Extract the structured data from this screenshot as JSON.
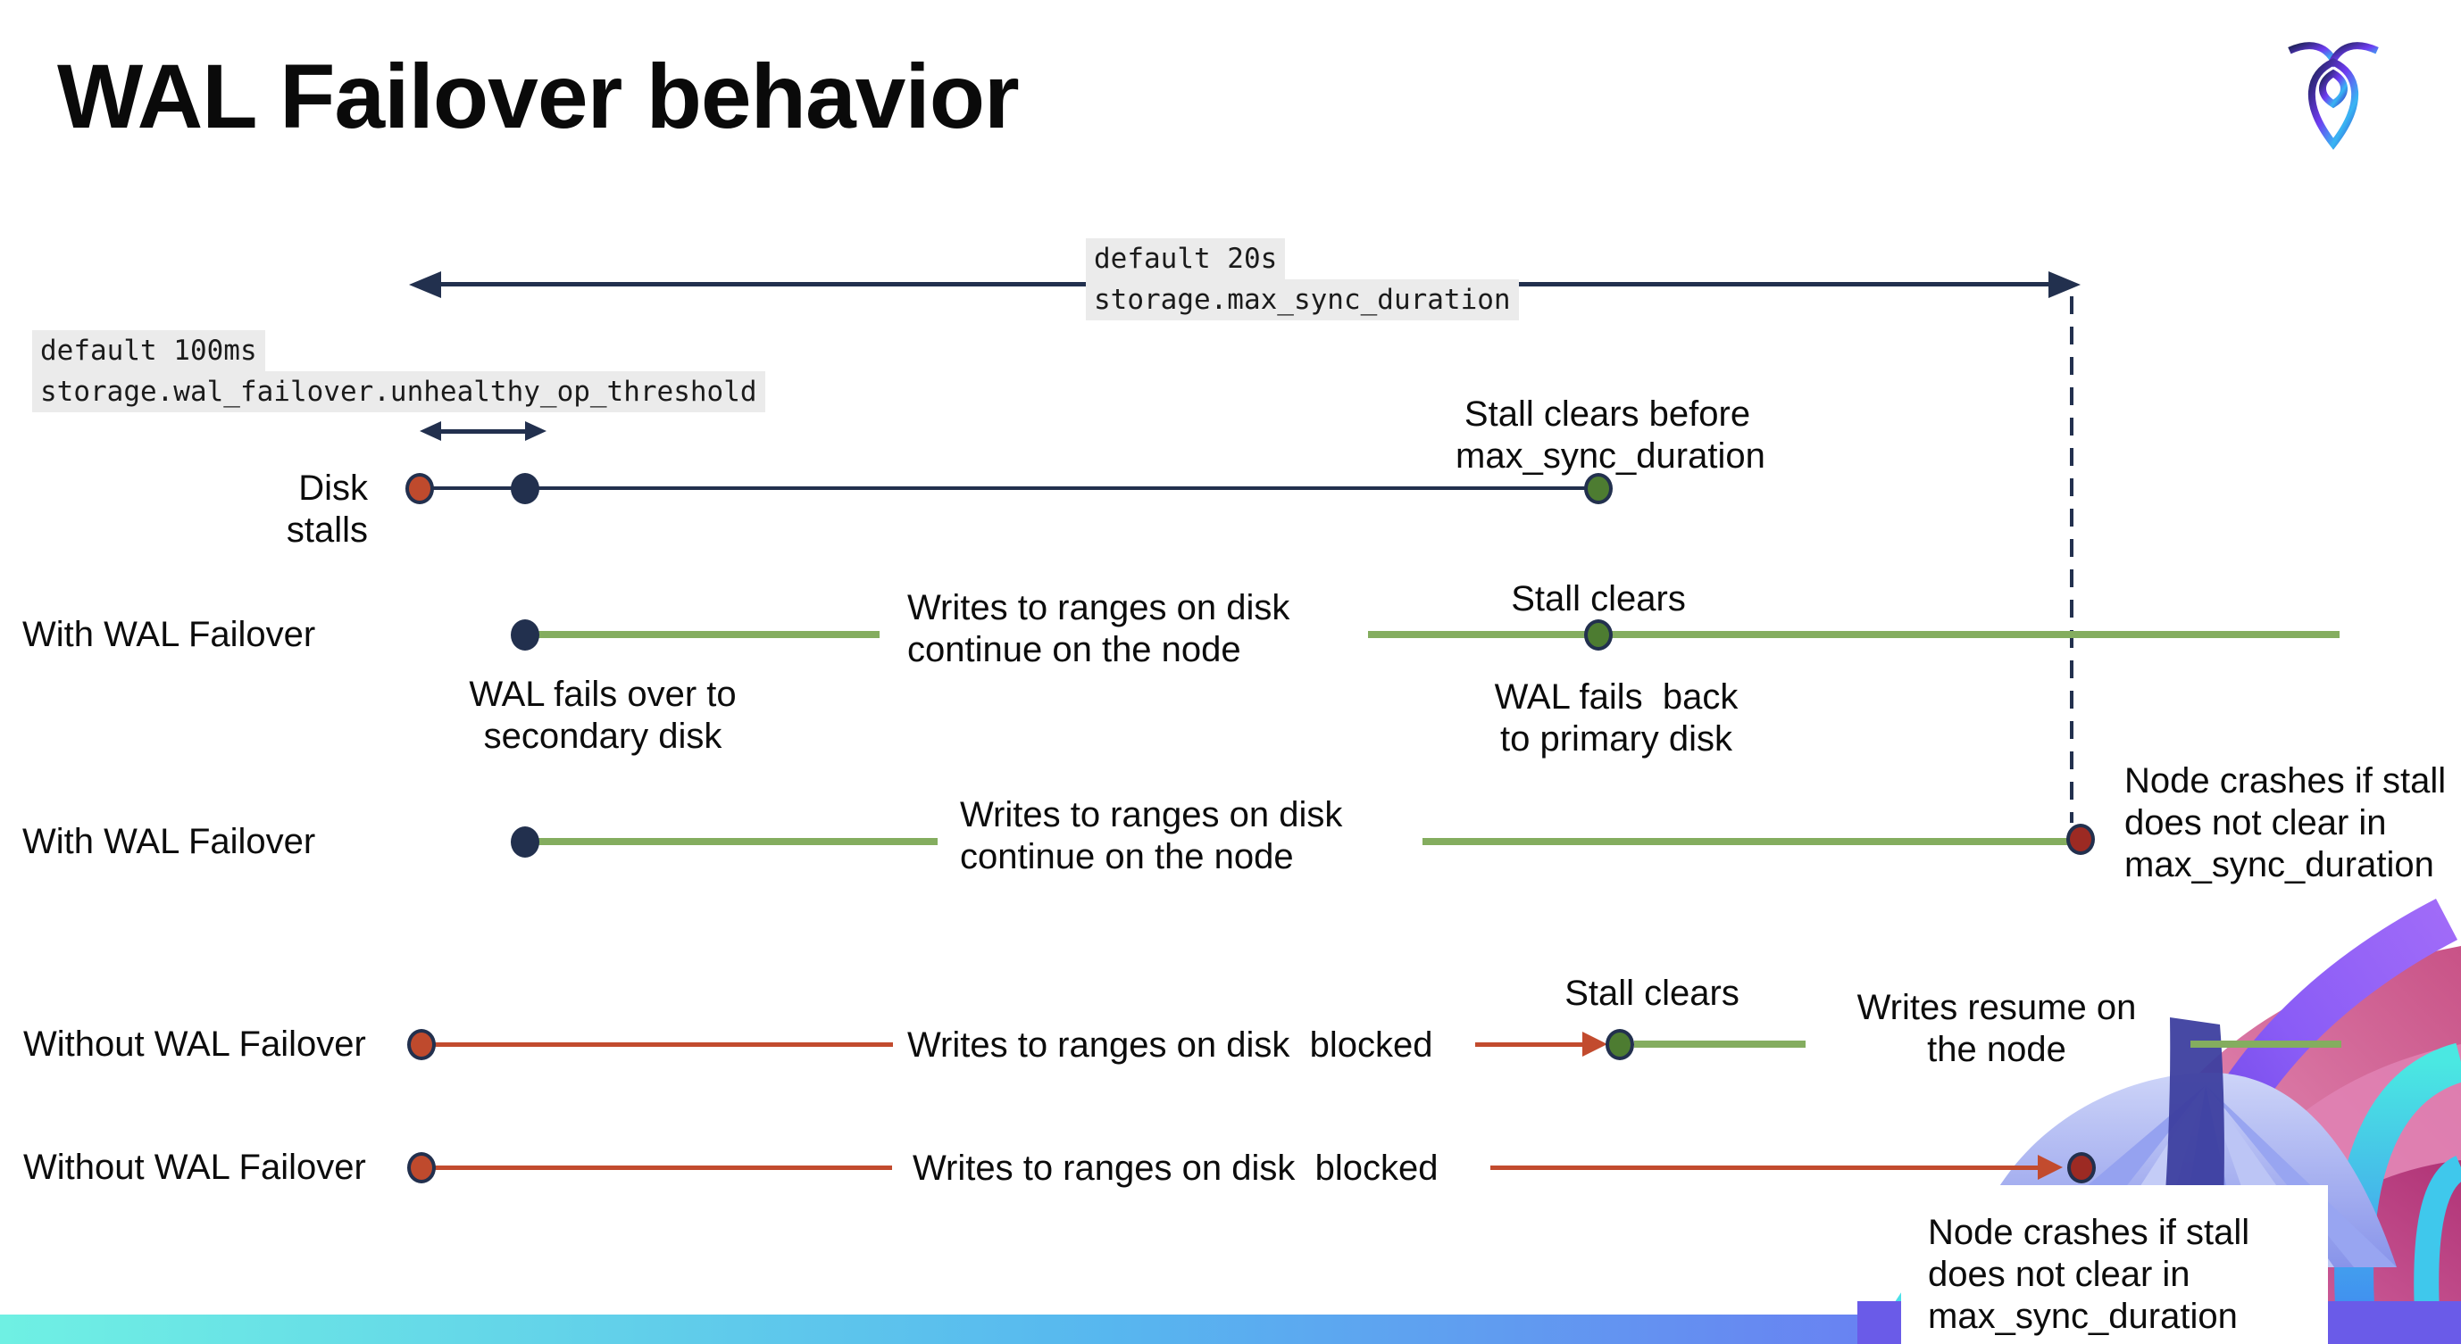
{
  "title": "WAL Failover behavior",
  "settings": {
    "max_sync": {
      "default_label": "default 20s",
      "name": "storage.max_sync_duration"
    },
    "unhealthy_op": {
      "default_label": "default 100ms",
      "name": "storage.wal_failover.unhealthy_op_threshold"
    }
  },
  "rows": {
    "disk_stalls": "Disk stalls",
    "with_wal_failover_1": "With WAL Failover",
    "with_wal_failover_2": "With WAL Failover",
    "without_wal_failover_1": "Without WAL Failover",
    "without_wal_failover_2": "Without WAL Failover"
  },
  "annotations": {
    "stall_clears_before": [
      "Stall clears before",
      "max_sync_duration"
    ],
    "stall_clears_mid": "Stall clears",
    "stall_clears_without": "Stall clears",
    "wal_fails_over": [
      "WAL fails over to",
      "secondary disk"
    ],
    "wal_fails_back": [
      "WAL fails  back",
      "to primary disk"
    ],
    "writes_continue_1": [
      "Writes to ranges on disk",
      "continue on the node"
    ],
    "writes_continue_2": [
      "Writes to ranges on disk",
      "continue on the node"
    ],
    "writes_blocked_1": "Writes to ranges on disk  blocked",
    "writes_blocked_2": "Writes to ranges on disk  blocked",
    "writes_resume": [
      "Writes resume on",
      "the node"
    ],
    "node_crashes_wal": [
      "Node crashes if stall",
      "does not clear in",
      "max_sync_duration"
    ],
    "node_crashes_without": [
      "Node crashes if stall",
      "does not clear in",
      "max_sync_duration"
    ]
  },
  "colors": {
    "navy": "#22304e",
    "green_line": "#84ad5f",
    "green_dot": "#4d7c31",
    "red_line": "#c24b2e",
    "red_dot": "#bf4a2d",
    "dark_red_dot": "#9c2a23",
    "label_bg": "#ebebeb"
  }
}
